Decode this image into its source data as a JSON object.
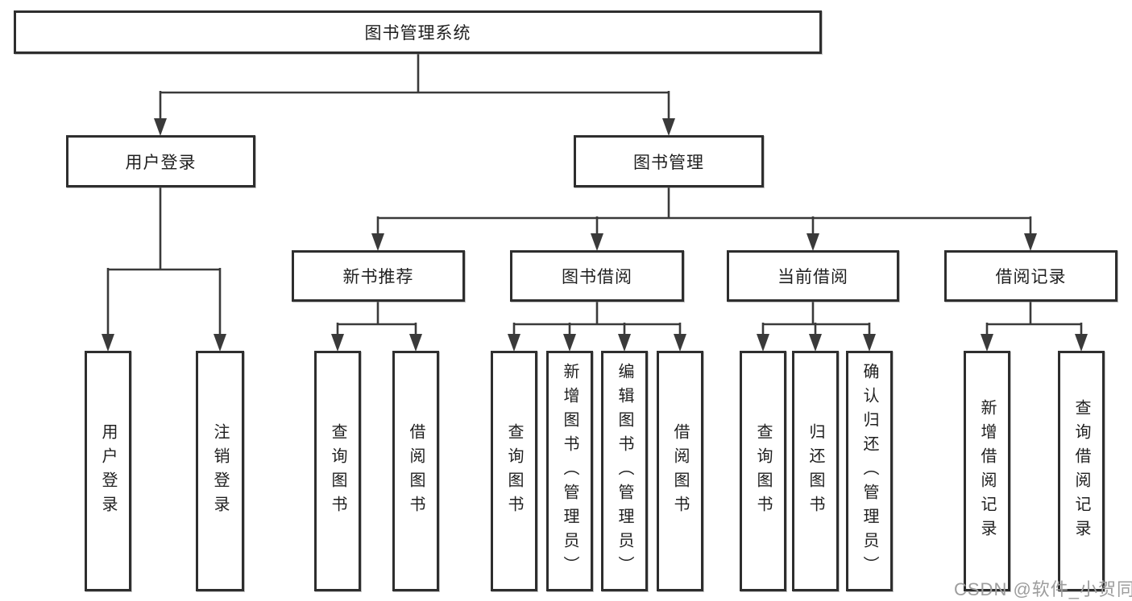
{
  "tree": {
    "root": {
      "label": "图书管理系统"
    },
    "branches": [
      {
        "label": "用户登录",
        "children": [
          {
            "label": "用户登录"
          },
          {
            "label": "注销登录"
          }
        ]
      },
      {
        "label": "图书管理",
        "children": [
          {
            "label": "新书推荐",
            "children": [
              {
                "label": "查询图书"
              },
              {
                "label": "借阅图书"
              }
            ]
          },
          {
            "label": "图书借阅",
            "children": [
              {
                "label": "查询图书"
              },
              {
                "label": "新增图书（管理员）"
              },
              {
                "label": "编辑图书（管理员）"
              },
              {
                "label": "借阅图书"
              }
            ]
          },
          {
            "label": "当前借阅",
            "children": [
              {
                "label": "查询图书"
              },
              {
                "label": "归还图书"
              },
              {
                "label": "确认归还（管理员）"
              }
            ]
          },
          {
            "label": "借阅记录",
            "children": [
              {
                "label": "新增借阅记录"
              },
              {
                "label": "查询借阅记录"
              }
            ]
          }
        ]
      }
    ]
  },
  "watermark": {
    "text": "CSDN @软件_小贺同学"
  },
  "colors": {
    "box_border": "#2e2e2e",
    "connector_line": "#3a3a3a",
    "text": "#1f1f1f",
    "watermark": "#9d9d9d",
    "background": "#ffffff"
  }
}
